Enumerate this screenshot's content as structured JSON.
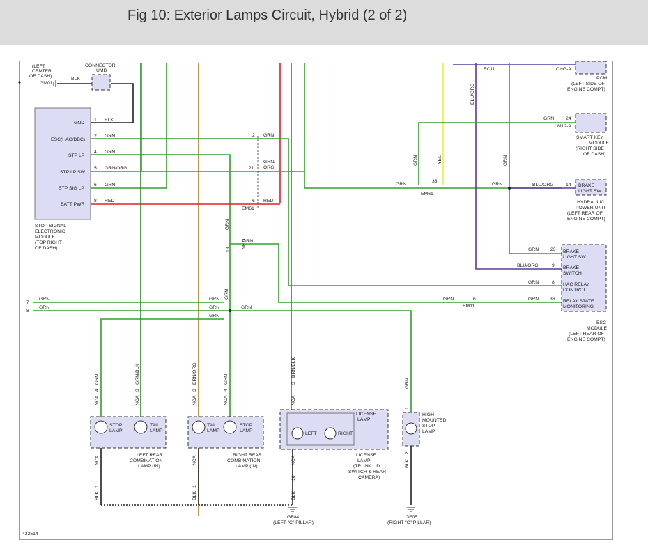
{
  "title": "Fig 10: Exterior Lamps Circuit, Hybrid (2 of 2)",
  "figure_id": "432514",
  "colors": {
    "grn": "#33a02c",
    "red": "#e02020",
    "yel": "#eeee33",
    "blu_org": "#5a3aa0",
    "brn_org": "#b07a20",
    "blk": "#222222",
    "grn_blk": "#2d8a2d",
    "component_fill": "#dcdcf5"
  },
  "ground_conn": {
    "l1": "(LEFT",
    "l2": "CENTER",
    "l3": "OF DASH)",
    "id": "GM01",
    "wire": "BLK"
  },
  "connector_umb": {
    "l1": "CONNECTOR",
    "l2": "UMB"
  },
  "stop_module": {
    "pins": [
      {
        "name": "GND",
        "num": "1",
        "wire": "BLK"
      },
      {
        "name": "ESC(HAC/DBC)",
        "num": "2",
        "wire": "GRN"
      },
      {
        "name": "STP LP",
        "num": "4",
        "wire": "GRN"
      },
      {
        "name": "STP LP SW",
        "num": "5",
        "wire": "GRN/ORG"
      },
      {
        "name": "STP SIG LP",
        "num": "6",
        "wire": "GRN"
      },
      {
        "name": "BATT PWR",
        "num": "8",
        "wire": "RED"
      }
    ],
    "label": [
      "STOP SIGNAL",
      "ELECTRONIC",
      "MODULE",
      "(TOP RIGHT",
      "OF DASH)"
    ]
  },
  "em61": {
    "id": "EM61",
    "pins": [
      {
        "num": "2",
        "wire": "GRN"
      },
      {
        "num": "21",
        "wire": "GRN/"
      },
      {
        "num": "6",
        "wire": "RED"
      }
    ],
    "wire_21b": "ORG"
  },
  "pcm": {
    "connector": "EC11",
    "pin": "CHG-A",
    "label": [
      "PCM",
      "(LEFT SIDE OF",
      "ENGINE COMPT)"
    ]
  },
  "smart_key": {
    "wire": "GRN",
    "pin": "24",
    "connector": "M12-A",
    "label": [
      "SMART KEY",
      "MODULE",
      "(RIGHT SIDE",
      "OF DASH)"
    ]
  },
  "hydraulic_unit": {
    "wire": "BLU/ORG",
    "pin": "14",
    "pin_label1": "BRAKE",
    "pin_label2": "LIGHT SW",
    "label": [
      "HYDRAULIC",
      "POWER UNIT",
      "(LEFT REAR OF",
      "ENGINE COMPT)"
    ]
  },
  "em61_right": {
    "id": "EM61",
    "pin": "33",
    "wire_left": "GRN",
    "wire_right": "GRN",
    "wire_yel": "YEL",
    "wire_grn_v": "GRN",
    "wire_grn_v2": "GRN",
    "wire_bluorg_v": "BLU/ORG"
  },
  "esc_module": {
    "pins": [
      {
        "num": "23",
        "wire": "GRN",
        "l1": "BRAKE",
        "l2": "LIGHT SW"
      },
      {
        "num": "9",
        "wire": "BLU/ORG",
        "l1": "BRAKE",
        "l2": "SWITCH"
      },
      {
        "num": "8",
        "wire": "GRN",
        "l1": "HAC RELAY",
        "l2": "CONTROL"
      },
      {
        "num": "36",
        "wire": "GRN",
        "l1": "RELAY STATE",
        "l2": "MONITORING"
      }
    ],
    "label": [
      "ESC",
      "MODULE",
      "(LEFT REAR OF",
      "ENGINE COMPT)"
    ]
  },
  "em11": {
    "id": "EM11",
    "pin": "6",
    "wire": "GRN"
  },
  "ne11": {
    "id": "NE11",
    "pin": "13",
    "wire_v": "GRN",
    "wire_h": "GRN"
  },
  "left_bus": [
    {
      "num": "7",
      "wire": "GRN"
    },
    {
      "num": "8",
      "wire": "GRN"
    }
  ],
  "splice_labels": {
    "a": "GRN",
    "b": "GRN",
    "c": "GRN",
    "d": "GRN",
    "v": "GRN"
  },
  "left_rear_lamp": {
    "label": [
      "LEFT REAR",
      "COMBINATION",
      "LAMP (IN)"
    ],
    "stop": {
      "l1": "STOP",
      "l2": "LAMP",
      "pin": "4",
      "wire": "GRN",
      "nca": "NCA"
    },
    "tail": {
      "l1": "TAIL",
      "l2": "LAMP",
      "pin": "3",
      "wire": "GRN/BLK",
      "nca": "NCA"
    },
    "gnd": {
      "pin": "1",
      "wire": "BLK",
      "nca": "NCA"
    }
  },
  "right_rear_lamp": {
    "label": [
      "RIGHT REAR",
      "COMBINATION",
      "LAMP (IN)"
    ],
    "tail": {
      "l1": "TAIL",
      "l2": "LAMP",
      "pin": "3",
      "wire": "BRN/ORG",
      "nca": "NCA"
    },
    "stop": {
      "l1": "STOP",
      "l2": "LAMP",
      "pin": "4",
      "wire": "GRN",
      "nca": "NCA"
    },
    "gnd": {
      "pin": "1",
      "wire": "BLK",
      "nca": "NCA"
    }
  },
  "license_lamp": {
    "inner": [
      "LICENSE",
      "LAMP"
    ],
    "left": "LEFT",
    "right": "RIGHT",
    "pin_top": "3",
    "wire_top": "BRN/BLK",
    "nca_top": "NCA",
    "pin_bot": "10",
    "wire_bot": "BLK",
    "nca_bot": "NCA",
    "label": [
      "LICENSE",
      "LAMP",
      "(TRUNK LID",
      "SWITCH & REAR",
      "CAMERA)"
    ]
  },
  "high_stop": {
    "label": [
      "HIGH-",
      "MOUNTED",
      "STOP",
      "LAMP"
    ],
    "pin_top": "1",
    "wire_top": "GRN",
    "pin_bot": "2",
    "wire_bot": "BLK"
  },
  "gf04": {
    "id": "GF04",
    "loc": "(LEFT \"C\" PILLAR)"
  },
  "gf05": {
    "id": "GF05",
    "loc": "(RIGHT \"C\" PILLAR)"
  }
}
